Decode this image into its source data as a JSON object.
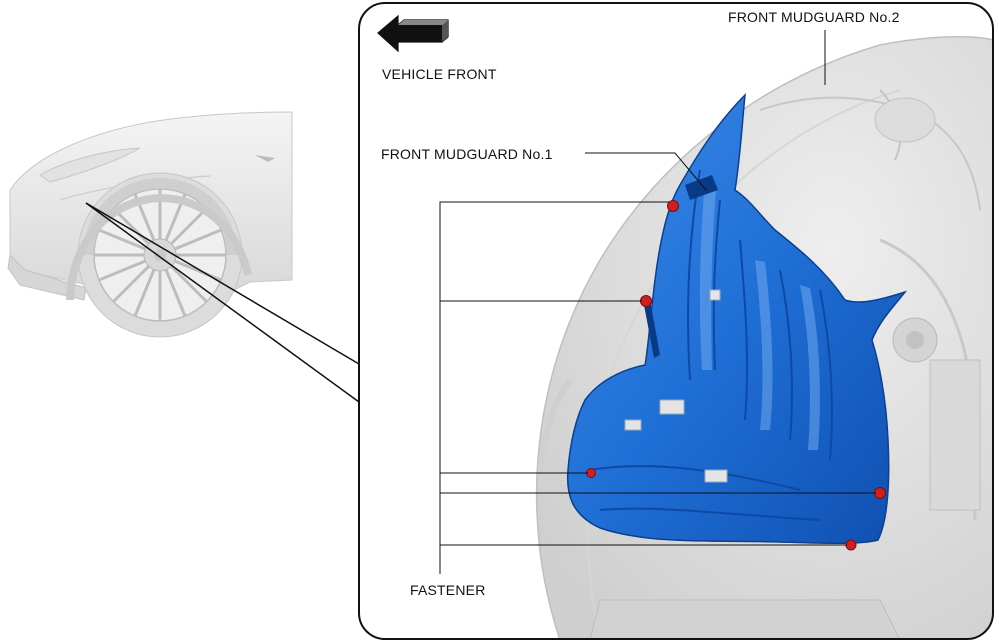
{
  "labels": {
    "vehicle_front": "VEHICLE FRONT",
    "front_mudguard_no2": "FRONT MUDGUARD No.2",
    "front_mudguard_no1": "FRONT MUDGUARD No.1",
    "fastener": "FASTENER"
  },
  "icons": {
    "direction_arrow": "arrow-left-icon",
    "fastener_marker": "red-dot-icon"
  },
  "colors": {
    "mudguard_part": "#1f6fd6",
    "fastener": "#d11f1f",
    "vehicle_body": "#e6e6e6",
    "outline": "#222222"
  }
}
